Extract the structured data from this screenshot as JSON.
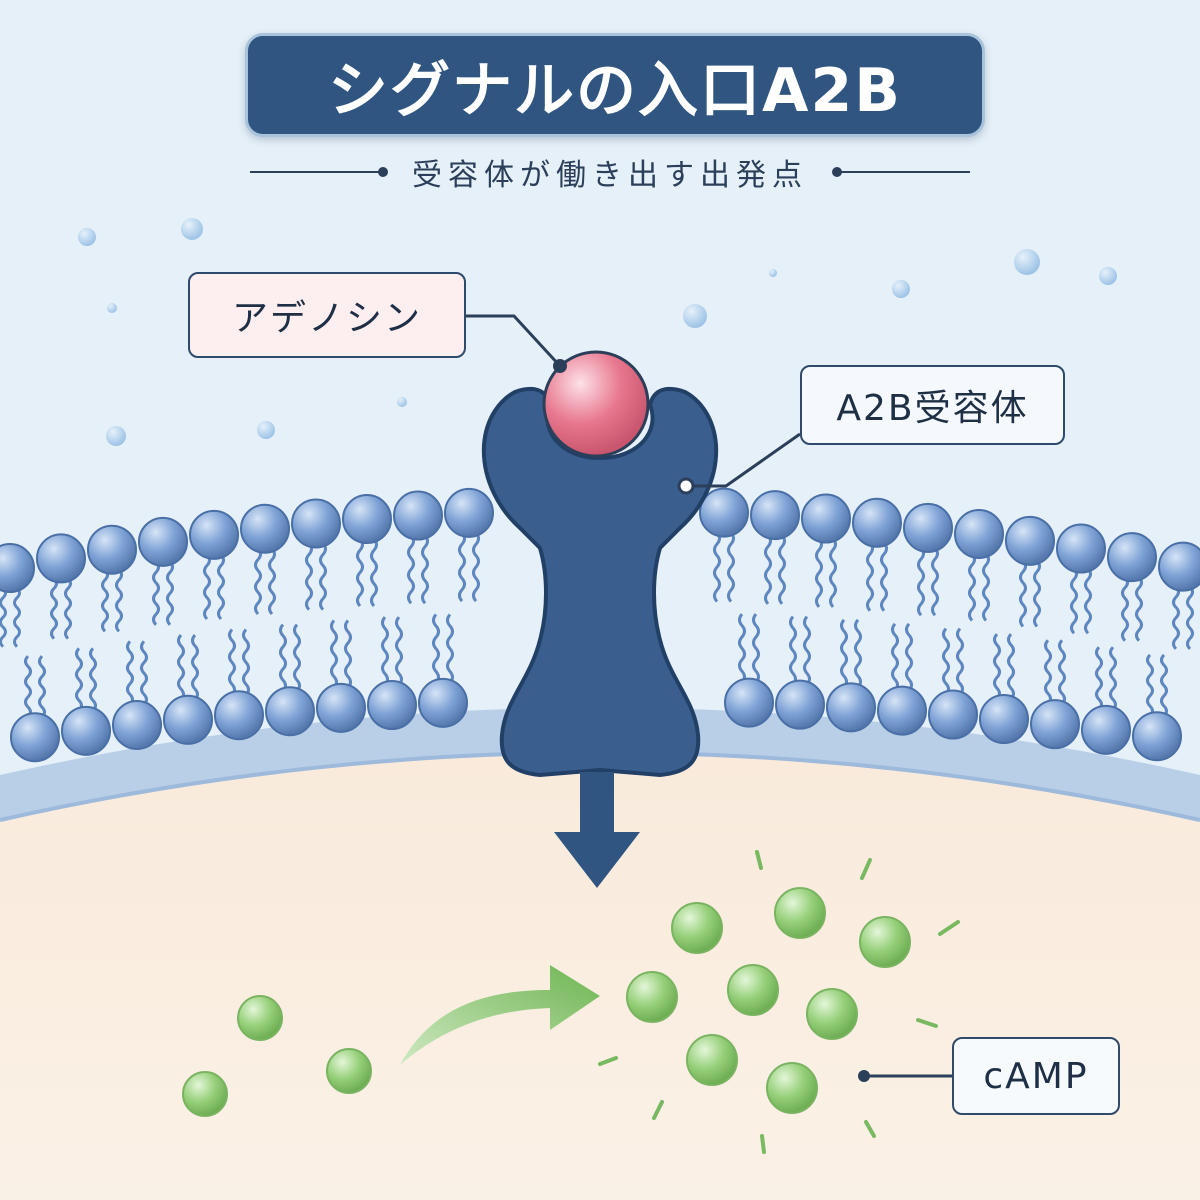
{
  "title": "シグナルの入口A2B",
  "subtitle": "受容体が働き出す出発点",
  "labels": {
    "adenosine": "アデノシン",
    "receptor": "A2B受容体",
    "camp": "cAMP"
  },
  "colors": {
    "background": "#e6f0f8",
    "cytoplasm": "#faeede",
    "title_box": "#2f5580",
    "receptor": "#3a5f8f",
    "adenosine": "#e3728a",
    "lipid_head": "#7fa3d6",
    "camp": "#8bcd6e",
    "arrow_green": "#79b961",
    "leader_line": "#2c3f5a"
  }
}
